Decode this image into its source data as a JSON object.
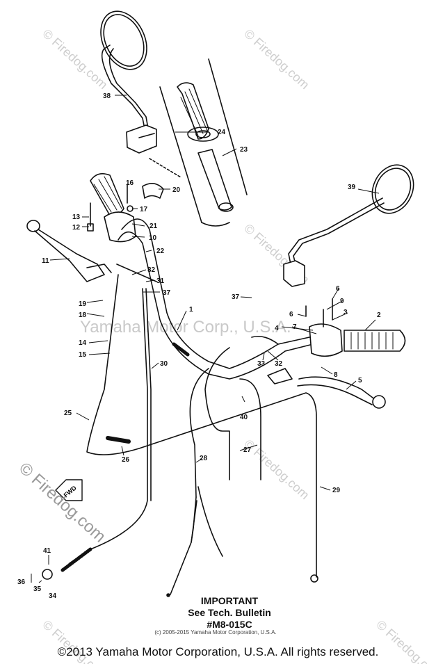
{
  "important": {
    "heading": "IMPORTANT",
    "line1": "See Tech. Bulletin",
    "line2": "#M8-015C"
  },
  "small_copyright": "(c) 2005-2015 Yamaha Motor Corporation, U.S.A.",
  "copyright": "©2013 Yamaha Motor Corporation, U.S.A. All rights reserved.",
  "watermark_side": "© Firedog.com",
  "watermark_center": "Yamaha Motor Corp., U.S.A.",
  "fwd_label": "FWD",
  "callouts": {
    "c1": "1",
    "c2": "2",
    "c3": "3",
    "c4": "4",
    "c5": "5",
    "c6": "6",
    "c7": "7",
    "c8": "8",
    "c9": "9",
    "c10": "10",
    "c11": "11",
    "c12": "12",
    "c13": "13",
    "c14": "14",
    "c15": "15",
    "c16": "16",
    "c17": "17",
    "c18": "18",
    "c19": "19",
    "c20": "20",
    "c21": "21",
    "c22": "22",
    "c23": "23",
    "c24": "24",
    "c25": "25",
    "c26": "26",
    "c27": "27",
    "c28": "28",
    "c29": "29",
    "c30": "30",
    "c31": "31",
    "c32a": "32",
    "c32b": "32",
    "c33": "33",
    "c34": "34",
    "c35": "35",
    "c36": "36",
    "c37a": "37",
    "c37b": "37",
    "c38": "38",
    "c39": "39",
    "c40": "40",
    "c41": "41"
  }
}
